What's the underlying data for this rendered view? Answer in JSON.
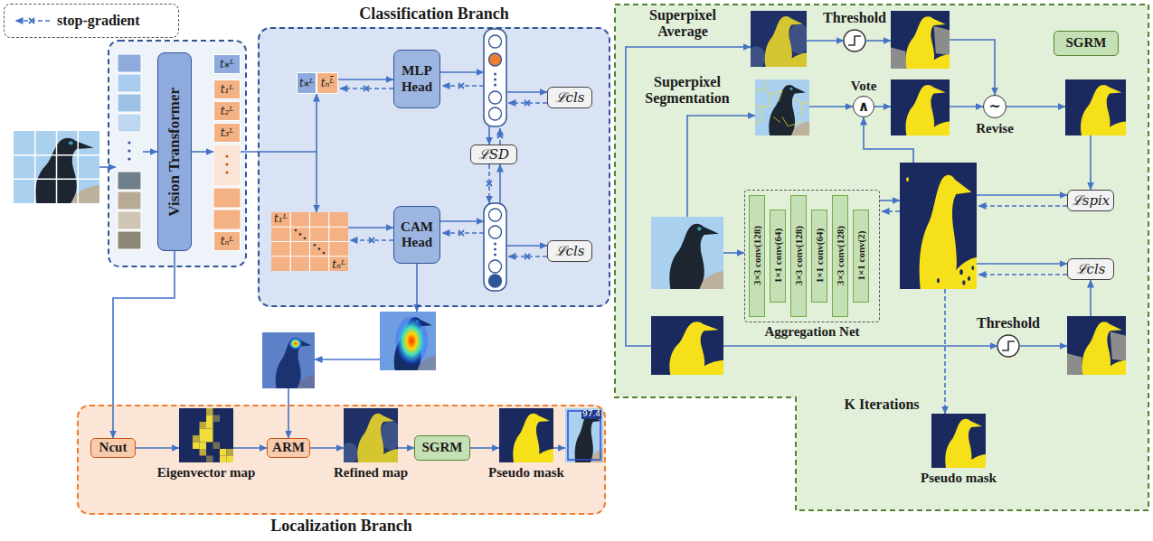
{
  "diagram": {
    "nodes": [
      {
        "text": [
          "Vision Transformer"
        ]
      },
      {
        "text": [
          "t⁎ᴸ"
        ]
      },
      {
        "text": [
          "t₁ᴸ"
        ]
      },
      {
        "text": [
          "t₂ᴸ"
        ]
      },
      {
        "text": [
          "t₃ᴸ"
        ]
      },
      {
        "text": [
          "tₙᴸ"
        ]
      },
      {
        "text": [
          "Classification Branch"
        ]
      },
      {
        "text": [
          "t⁎ᴸ"
        ],
        "in": 6
      },
      {
        "text": [
          "tₙᴸ̄"
        ],
        "in": 6
      },
      {
        "text": [
          "MLP Head"
        ],
        "in": 6
      },
      {
        "text": [
          "ℒcls"
        ],
        "in": 6
      },
      {
        "text": [
          "ℒSD"
        ],
        "in": 6
      },
      {
        "text": [
          "t₁ᴸ",
          "tₙᴸ"
        ],
        "in": 6
      },
      {
        "text": [
          "CAM Head"
        ],
        "in": 6
      },
      {
        "text": [
          "ℒcls"
        ],
        "in": 6
      },
      {
        "text": [
          "Localization Branch"
        ]
      },
      {
        "text": [
          "Ncut"
        ],
        "in": 15
      },
      {
        "text": [
          "Eigenvector map"
        ],
        "in": 15
      },
      {
        "text": [
          "ARM"
        ],
        "in": 15
      },
      {
        "text": [
          "Refined map"
        ],
        "in": 15
      },
      {
        "text": [
          "SGRM"
        ],
        "in": 15
      },
      {
        "text": [
          "Pseudo mask"
        ],
        "in": 15
      },
      {
        "text": [
          "97.4"
        ],
        "in": 15
      },
      {
        "text": [
          "SGRM"
        ]
      },
      {
        "text": [
          "Vote",
          "∧"
        ]
      },
      {
        "text": [
          "~",
          "Revise"
        ]
      },
      {
        "text": [
          "Aggregation Net"
        ]
      },
      {
        "text": [
          "3×3 conv(128)"
        ],
        "in": 26
      },
      {
        "text": [
          "1×1 conv(64)"
        ],
        "in": 26
      },
      {
        "text": [
          "3×3 conv(128)"
        ],
        "in": 26
      },
      {
        "text": [
          "1×1 conv(64)"
        ],
        "in": 26
      },
      {
        "text": [
          "3×3 conv(128)"
        ],
        "in": 26
      },
      {
        "text": [
          "1×1 conv(2)"
        ],
        "in": 26
      },
      {
        "text": [
          "ℒspix"
        ]
      },
      {
        "text": [
          "ℒcls"
        ]
      },
      {
        "text": [
          "Pseudo mask"
        ]
      }
    ],
    "edges": [
      {
        "from": 0,
        "to": 16,
        "arrow": "to"
      },
      {
        "from": 8,
        "to": 9,
        "arrow": "to"
      },
      {
        "from": 12,
        "to": 13,
        "arrow": "to"
      },
      {
        "from": 16,
        "to": 17,
        "arrow": "to"
      },
      {
        "from": 17,
        "to": 18,
        "arrow": "to"
      },
      {
        "from": 18,
        "to": 19,
        "arrow": "to"
      },
      {
        "from": 19,
        "to": 20,
        "arrow": "to"
      },
      {
        "from": 20,
        "to": 21,
        "arrow": "to"
      },
      {
        "from": 21,
        "to": 22,
        "arrow": "to"
      }
    ],
    "labels": [
      "Superpixel Average",
      "Threshold",
      "Superpixel Segmentation",
      "Threshold",
      "K Iterations"
    ],
    "legend": [
      {
        "text": "stop-gradient"
      }
    ]
  }
}
